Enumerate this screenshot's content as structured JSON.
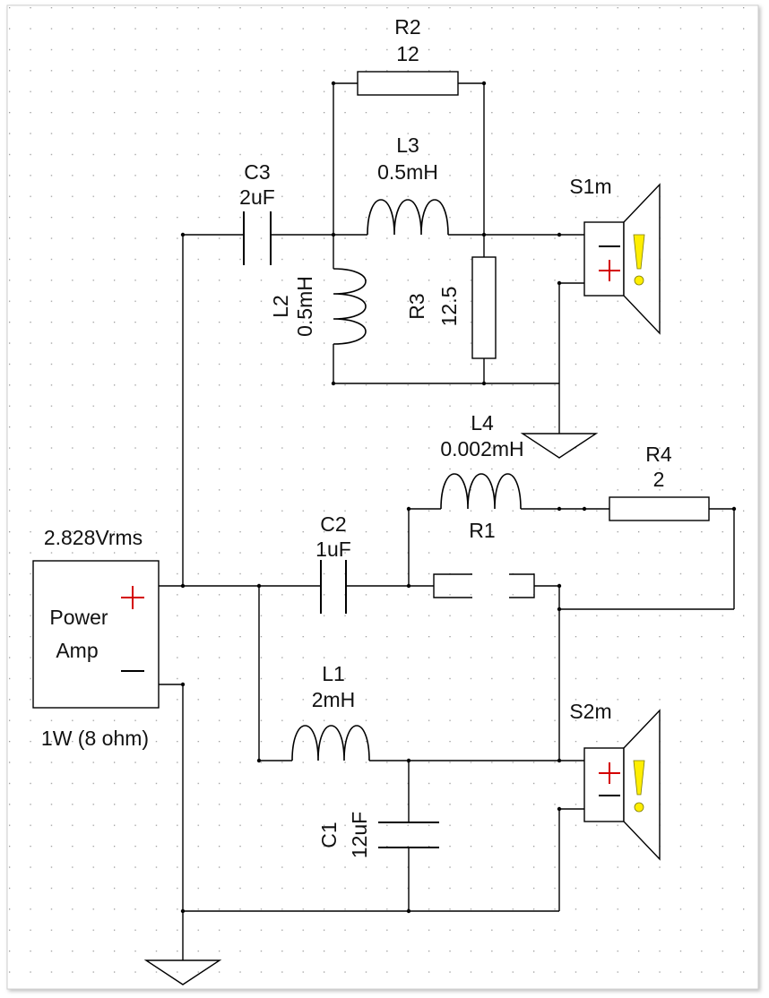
{
  "colors": {
    "plus": "#d40000",
    "indicator": "#ffee00",
    "grid": "#9a9a9a",
    "frame": "#cfcfcf"
  },
  "components": {
    "r2": {
      "name": "R2",
      "value": "12"
    },
    "c3": {
      "name": "C3",
      "value": "2uF"
    },
    "l3": {
      "name": "L3",
      "value": "0.5mH"
    },
    "l2": {
      "name": "L2",
      "value": "0.5mH"
    },
    "r3": {
      "name": "R3",
      "value": "12.5"
    },
    "s1": {
      "name": "S1m"
    },
    "l4": {
      "name": "L4",
      "value": "0.002mH"
    },
    "r4": {
      "name": "R4",
      "value": "2"
    },
    "c2": {
      "name": "C2",
      "value": "1uF"
    },
    "r1": {
      "name": "R1"
    },
    "l1": {
      "name": "L1",
      "value": "2mH"
    },
    "c1": {
      "name": "C1",
      "value": "12uF"
    },
    "s2": {
      "name": "S2m"
    }
  },
  "amp": {
    "voltage": "2.828Vrms",
    "line1": "Power",
    "line2": "Amp",
    "rating": "1W (8 ohm)"
  }
}
